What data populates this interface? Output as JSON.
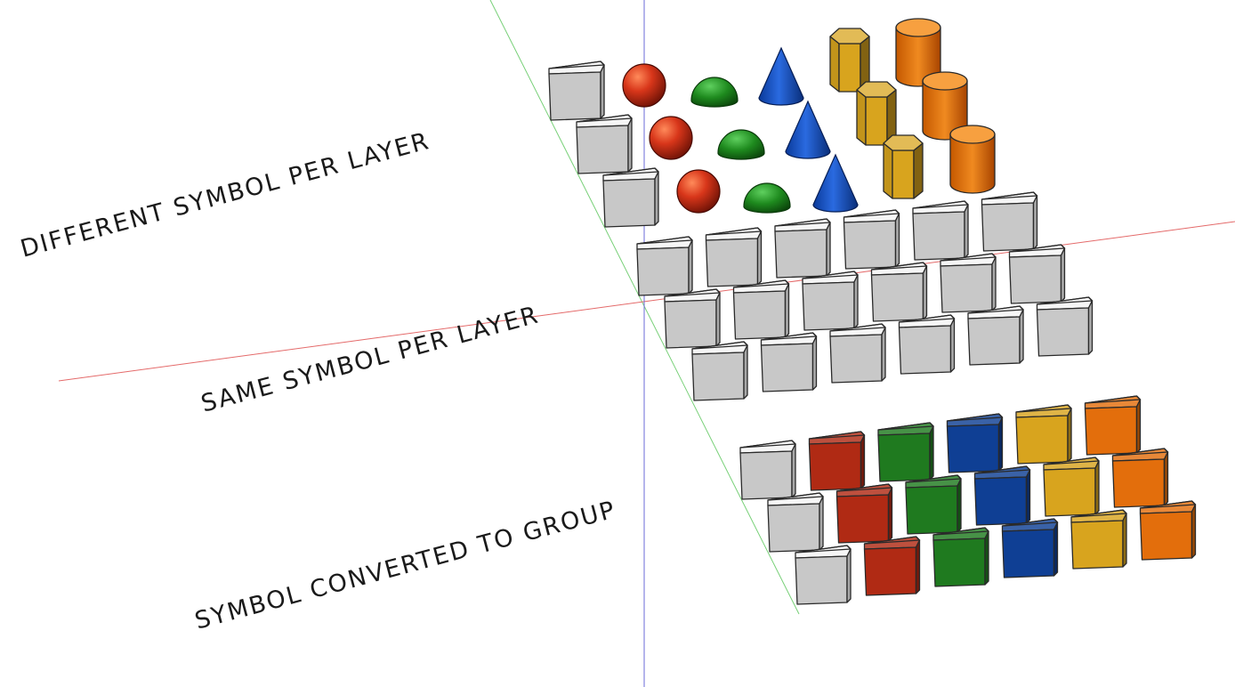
{
  "labels": {
    "different": "DIFFERENT SYMBOL PER LAYER",
    "same": "SAME SYMBOL PER LAYER",
    "converted": "SYMBOL CONVERTED TO GROUP"
  },
  "axes": {
    "red": "#e46a6a",
    "green": "#78d078",
    "blue": "#6b6bd8"
  },
  "colors": {
    "white": "#e8e8e8",
    "red": "#b02a14",
    "green": "#1f7a1f",
    "blue": "#0f3f94",
    "yellow": "#d8a41e",
    "orange": "#e36e0c"
  },
  "sections": [
    {
      "name": "different-symbol-per-layer",
      "shapes": [
        "white-box",
        "red-sphere",
        "green-dome",
        "blue-cone",
        "yellow-hexagonal-prism",
        "orange-cylinder"
      ],
      "rows": 3
    },
    {
      "name": "same-symbol-per-layer",
      "shapes": [
        "white-box",
        "white-box",
        "white-box",
        "white-box",
        "white-box",
        "white-box"
      ],
      "rows": 3
    },
    {
      "name": "symbol-converted-to-group",
      "shapes": [
        "white-box",
        "red-box",
        "green-box",
        "blue-box",
        "yellow-box",
        "orange-box"
      ],
      "rows": 3
    }
  ]
}
